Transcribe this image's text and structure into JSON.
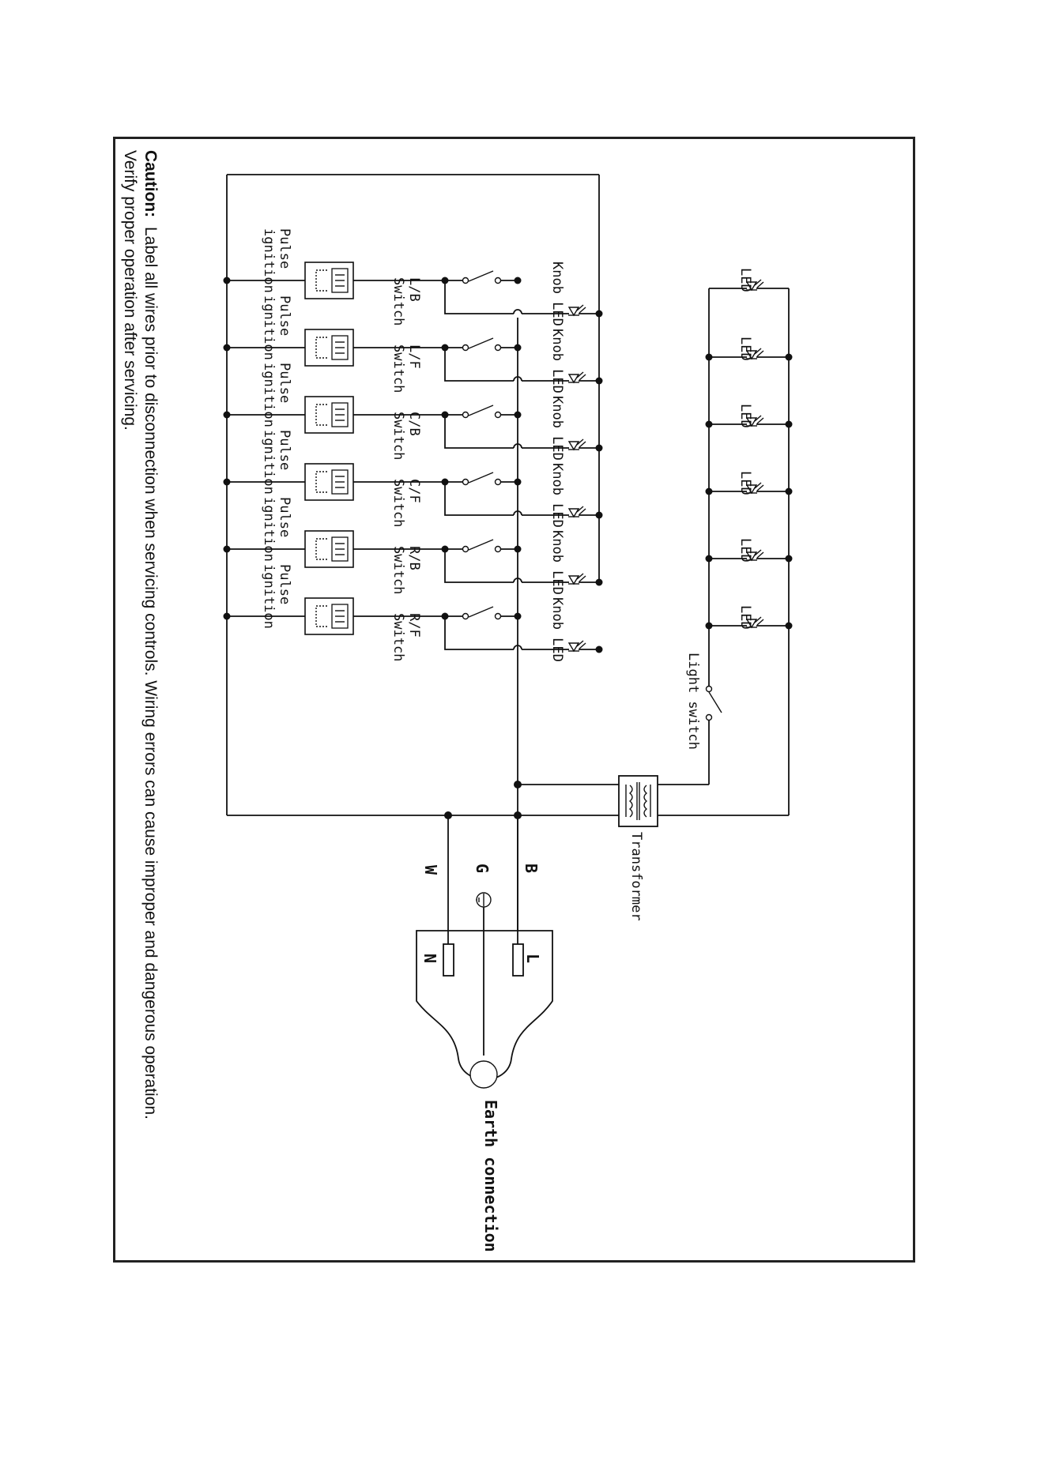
{
  "caution": {
    "heading": "Caution:",
    "line1": "Label all wires prior to disconnection when servicing controls. Wiring errors can cause improper and dangerous operation.",
    "line2": "Verify proper operation after servicing."
  },
  "labels": {
    "knob_led": "Knob LED",
    "pulse": "Pulse",
    "ignition": "ignition",
    "switch_word": "Switch",
    "led": "LED",
    "light_switch": "Light switch",
    "transformer": "Transformer",
    "wire_w": "W",
    "wire_g": "G",
    "wire_b": "B",
    "plug_n": "N",
    "plug_l": "L",
    "earth_connection": "Earth connection"
  },
  "burners": [
    {
      "code": "L/B"
    },
    {
      "code": "L/F"
    },
    {
      "code": "C/B"
    },
    {
      "code": "C/F"
    },
    {
      "code": "R/B"
    },
    {
      "code": "R/F"
    }
  ],
  "light_leds": 6
}
